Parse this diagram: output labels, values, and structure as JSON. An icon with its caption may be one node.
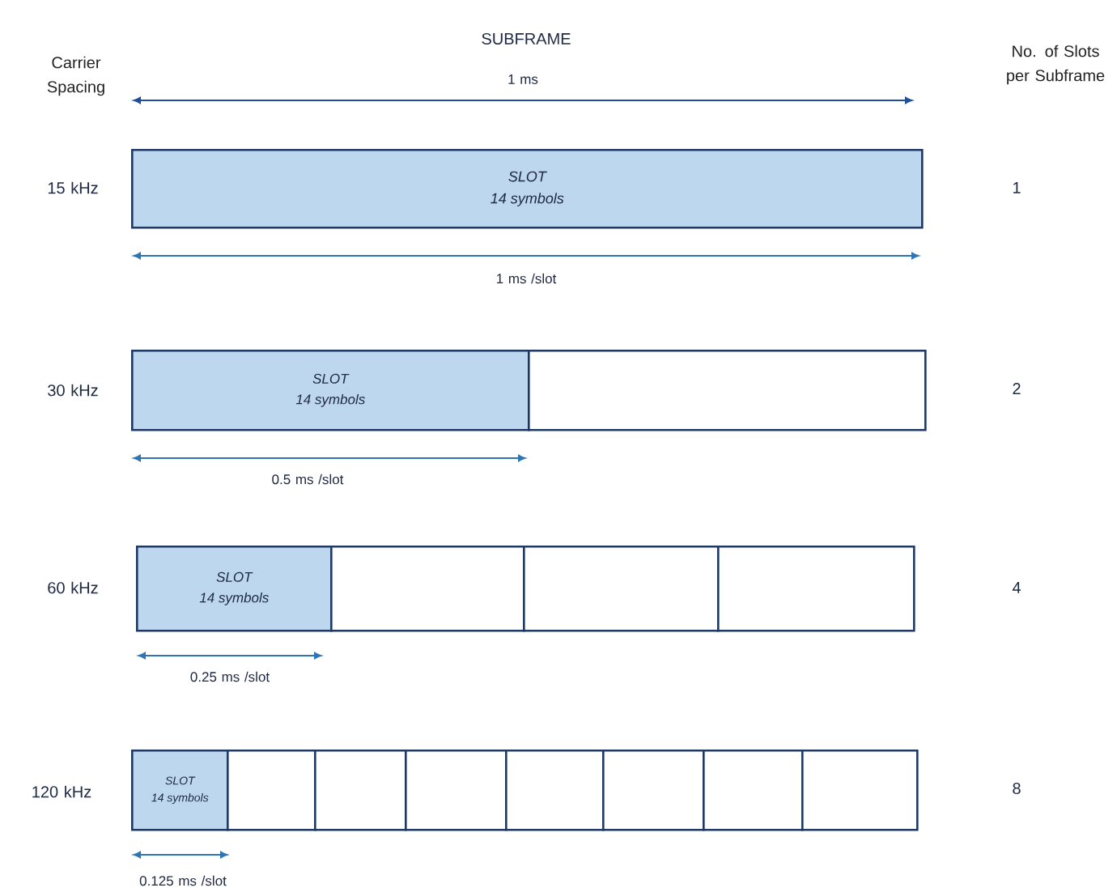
{
  "diagram": {
    "nodes": [
      {
        "text": [
          "SLOT",
          "14 symbols"
        ]
      },
      {
        "text": [
          "SLOT",
          "14 symbols"
        ]
      },
      {
        "text": [],
        "shape": "box"
      },
      {
        "text": [
          "SLOT",
          "14 symbols"
        ]
      },
      {
        "text": [],
        "shape": "box"
      },
      {
        "text": [],
        "shape": "box"
      },
      {
        "text": [],
        "shape": "box"
      },
      {
        "text": [
          "SLOT",
          "14 symbols"
        ]
      },
      {
        "text": [],
        "shape": "box"
      },
      {
        "text": [],
        "shape": "box"
      },
      {
        "text": [],
        "shape": "box"
      },
      {
        "text": [],
        "shape": "box"
      },
      {
        "text": [],
        "shape": "box"
      },
      {
        "text": [],
        "shape": "box"
      },
      {
        "text": [],
        "shape": "box"
      }
    ],
    "labels": [
      "Carrier Spacing",
      "SUBFRAME",
      "No. of Slots per Subframe",
      "1 ms",
      "15 kHz",
      "1",
      "1 ms /slot",
      "30 kHz",
      "2",
      "0.5 ms /slot",
      "60 kHz",
      "4",
      "0.25 ms /slot",
      "120 kHz",
      "8",
      "0.125 ms /slot"
    ]
  }
}
